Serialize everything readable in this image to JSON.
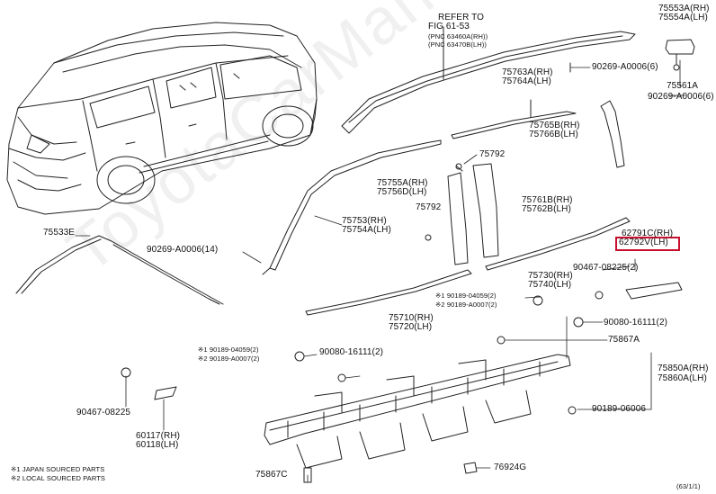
{
  "labels": {
    "refer": [
      "REFER TO",
      "FIG 61-53",
      "(PNC 63460A(RH))",
      "(PNC 63470B(LH))"
    ],
    "p75553": [
      "75553A(RH)",
      "75554A(LH)"
    ],
    "p75561": "75561A",
    "p90269_6a": "90269-A0006(6)",
    "p90269_6b": "90269-A0006(6)",
    "p75763": [
      "75763A(RH)",
      "75764A(LH)"
    ],
    "p75765": [
      "75765B(RH)",
      "75766B(LH)"
    ],
    "p75792a": "75792",
    "p75792b": "75792",
    "p75755": [
      "75755A(RH)",
      "75756D(LH)"
    ],
    "p75761": [
      "75761B(RH)",
      "75762B(LH)"
    ],
    "p75753": [
      "75753(RH)",
      "75754A(LH)"
    ],
    "p75533": "75533E",
    "p90269_14": "90269-A0006(14)",
    "p62791": [
      "62791C(RH)",
      "62792V(LH)"
    ],
    "p90467_2": "90467-08225(2)",
    "p75730": [
      "75730(RH)",
      "75740(LH)"
    ],
    "p90189_a": [
      "※1 90189-04059(2)",
      "※2 90189-A0007(2)"
    ],
    "p75710": [
      "75710(RH)",
      "75720(LH)"
    ],
    "p90080_a": "90080-16111(2)",
    "p75867a": "75867A",
    "p90189_b": [
      "※1 90189-04059(2)",
      "※2 90189-A0007(2)"
    ],
    "p90080_b": "90080-16111(2)",
    "p75850": [
      "75850A(RH)",
      "75860A(LH)"
    ],
    "p90467_single": "90467-08225",
    "p90189_06006": "90189-06006",
    "p60117": [
      "60117(RH)",
      "60118(LH)"
    ],
    "p75867c": "75867C",
    "p76924": "76924G",
    "notes": [
      "※1 JAPAN SOURCED PARTS",
      "※2 LOCAL SOURCED PARTS"
    ],
    "footer": "(63/1/1)"
  },
  "watermark": "ToyotaCarMania.ru",
  "highlight_color": "#c8102e"
}
